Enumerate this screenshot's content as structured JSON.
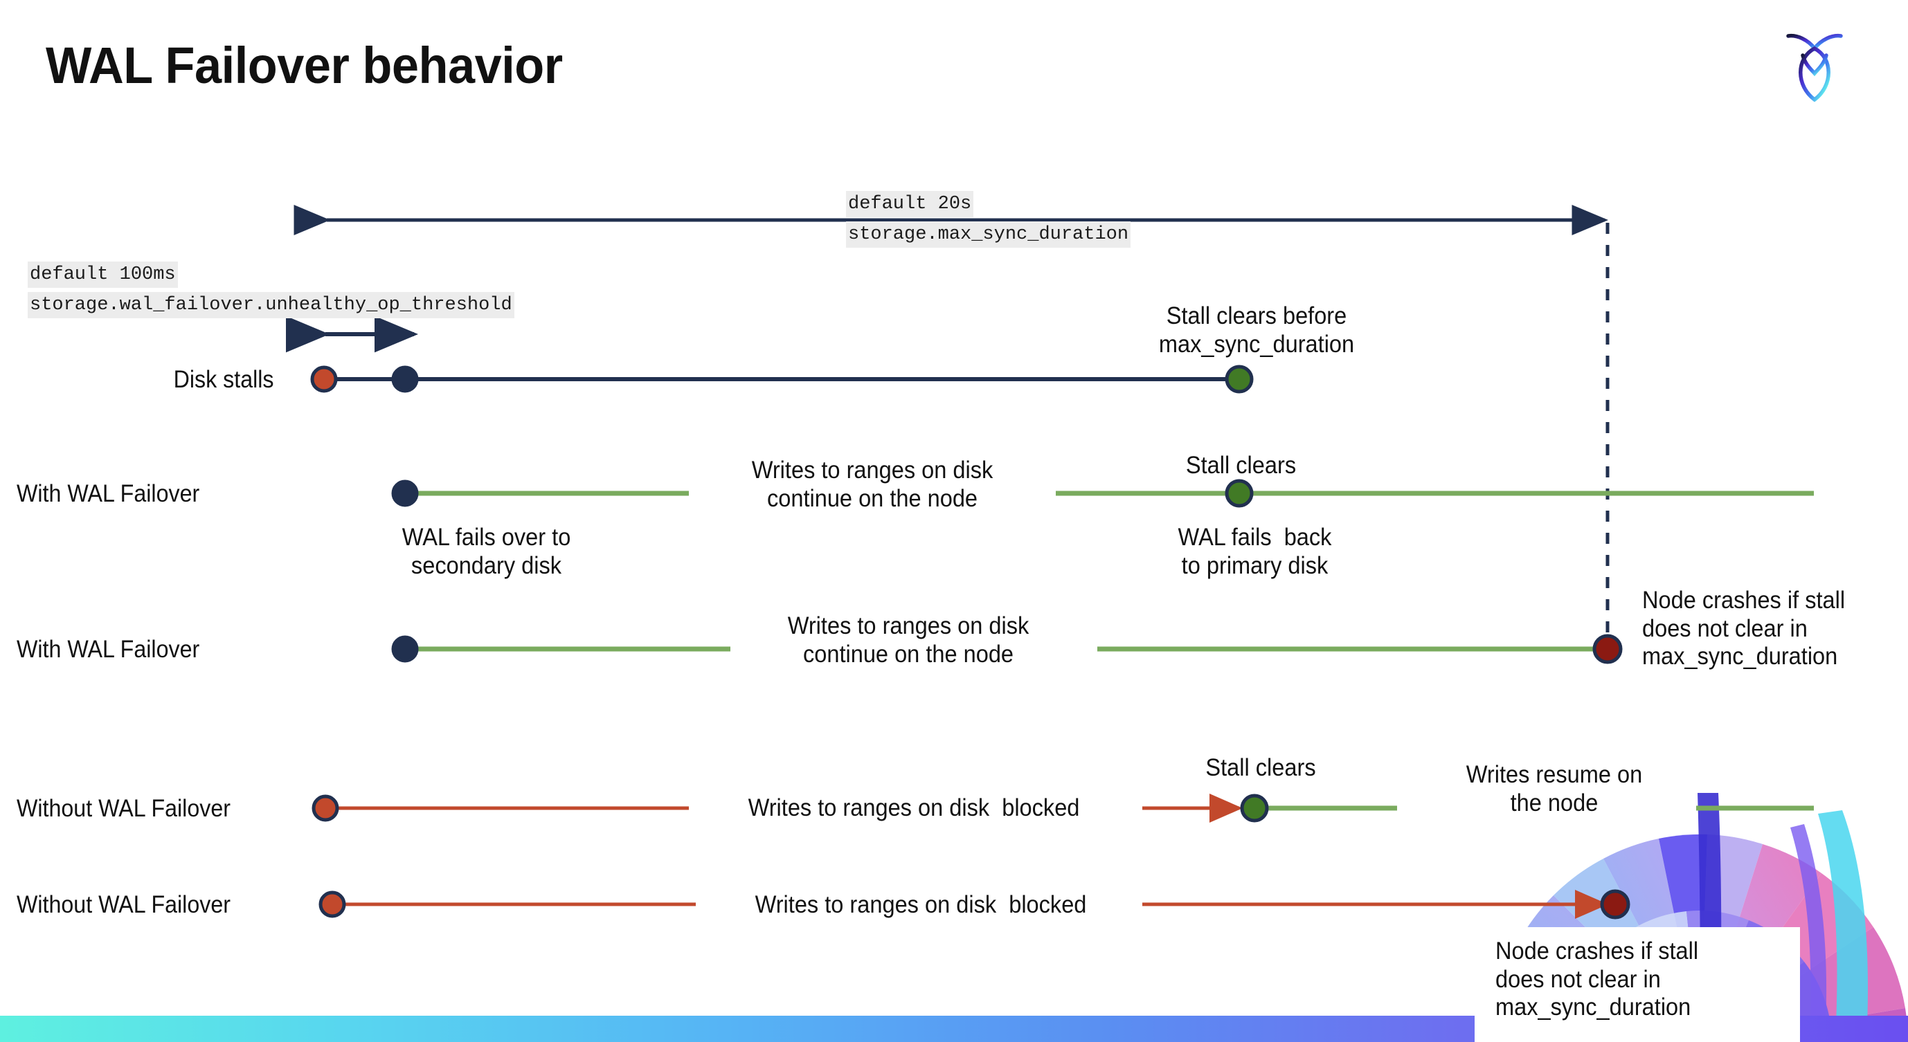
{
  "slide": {
    "title": "WAL Failover behavior",
    "logo_name": "cockroach-labs-logo"
  },
  "colors": {
    "navy": "#21304f",
    "green_line": "#7aab5e",
    "green_dot": "#417a25",
    "orange": "#c2492c",
    "dark_red": "#8b1a12",
    "chip_bg": "#ececec",
    "bottom_bar_from": "#5ef0e0",
    "bottom_bar_to": "#6a4ff0"
  },
  "annotations": {
    "max_sync": {
      "default": "default 20s",
      "setting": "storage.max_sync_duration"
    },
    "unhealthy_op": {
      "default": "default 100ms",
      "setting": "storage.wal_failover.unhealthy_op_threshold"
    }
  },
  "rows": [
    {
      "id": "disk-stalls",
      "label": "Disk stalls",
      "notes": [
        "Stall clears before\nmax_sync_duration"
      ]
    },
    {
      "id": "with-wal-failover-1",
      "label": "With WAL Failover",
      "notes": [
        "Writes to ranges on disk\ncontinue on the node",
        "Stall clears",
        "WAL fails over to\nsecondary disk",
        "WAL fails  back\nto primary disk"
      ]
    },
    {
      "id": "with-wal-failover-2",
      "label": "With WAL Failover",
      "notes": [
        "Writes to ranges on disk\ncontinue on the node",
        "Node crashes if stall\ndoes not clear in\nmax_sync_duration"
      ]
    },
    {
      "id": "without-wal-failover-1",
      "label": "Without WAL Failover",
      "notes": [
        "Writes to ranges on disk  blocked",
        "Stall clears",
        "Writes resume on\nthe node"
      ]
    },
    {
      "id": "without-wal-failover-2",
      "label": "Without WAL Failover",
      "notes": [
        "Writes to ranges on disk  blocked",
        "Node crashes if stall\ndoes not clear in\nmax_sync_duration"
      ]
    }
  ]
}
